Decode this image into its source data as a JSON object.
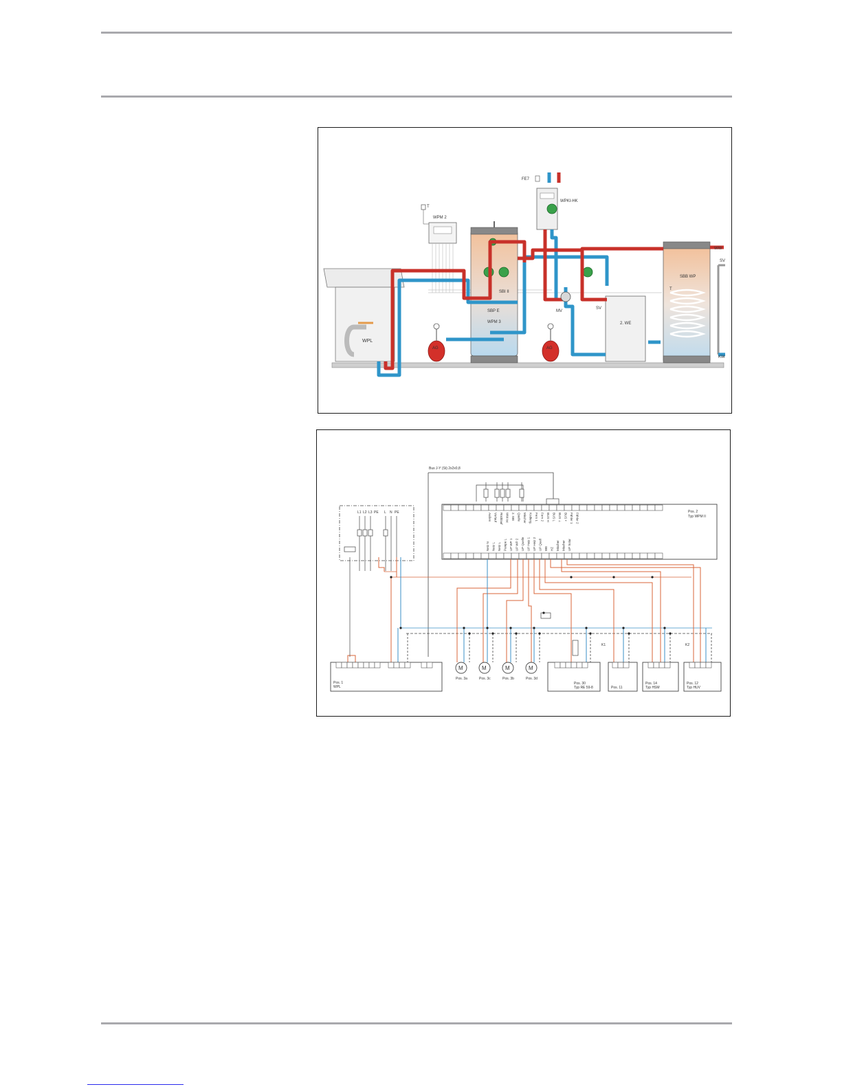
{
  "hydraulic": {
    "heat_pump": "WPL",
    "manager": "WPM 2",
    "tank_labels": [
      "SBP E",
      "WPM 3"
    ],
    "valve_label": "SBI II",
    "station": "WPKI-HK",
    "sensor_label": "FE7",
    "hot_water_tank": "SBB WP",
    "boiler": "2. WE",
    "mixer": "MV",
    "safety_valve": "SV",
    "expansion_vessel": "AG",
    "warm_water": "WW",
    "cold_water": "KW",
    "temp_sensor": "T",
    "colors": {
      "flow": "#c8312a",
      "return": "#2f95c9",
      "tank_warm": "#f0c29a",
      "tank_cool": "#bfdcef"
    }
  },
  "wiring": {
    "bus_label": "Bus J-Y (St) 2x2x0,8",
    "controller_label": "Pos. 2\nTyp WPM II",
    "upper_terminal_labels": [
      "Außen",
      "Vorlauf",
      "Rücklauf",
      "WW-Ist",
      "2. WE",
      "Quelle",
      "Mischer",
      "Kodierg.",
      "Fern 1",
      "Fern 2",
      "BUS H",
      "BUS L",
      "BUS ⊥",
      "BUS +",
      "Fühler 1",
      "Fühler 2"
    ],
    "lower_terminal_labels": [
      "Netz N",
      "Netz L",
      "Netz L",
      "Pumpe L",
      "UP WP 1",
      "UP WP 2",
      "UP Quelle",
      "UP Heiz 1",
      "UP Heiz 2",
      "UP Quell",
      "WE",
      "HZ",
      "Mischer",
      "Mischer",
      "UP Solar"
    ],
    "main_switch_labels": [
      "L1",
      "L2",
      "L3",
      "PE",
      "L",
      "N",
      "PE"
    ],
    "devices": [
      {
        "name": "Pos. 1\nWPL"
      },
      {
        "name": "Pos. 3a"
      },
      {
        "name": "Pos. 3c"
      },
      {
        "name": "Pos. 3b"
      },
      {
        "name": "Pos. 3d"
      },
      {
        "name": "Pos. 30\nTyp RE 59-8"
      },
      {
        "name": "Pos. 11"
      },
      {
        "name": "Pos. 14\nTyp HSM"
      },
      {
        "name": "Pos. 12\nTyp HUV"
      }
    ],
    "relay_labels": [
      "K1",
      "K2"
    ],
    "colors": {
      "live": "#d9653a",
      "neutral": "#3a8fc7",
      "pe": "#444444"
    }
  }
}
